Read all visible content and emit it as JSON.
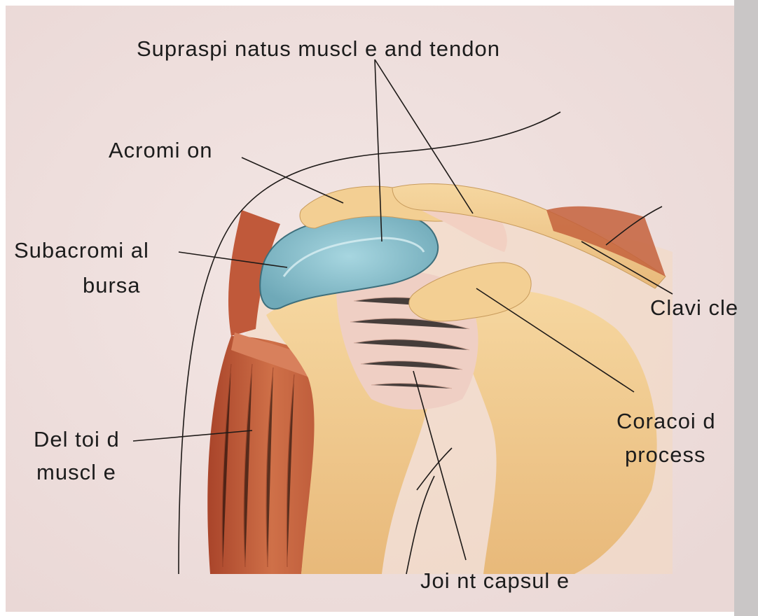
{
  "diagram": {
    "labels": {
      "supraspinatus": "Supraspi natus muscl e and tendon",
      "acromion": "Acromi on",
      "subacromial_1": "Subacromi al",
      "subacromial_2": "bursa",
      "clavicle": "Clavi cle",
      "coracoid_1": "Coracoi d",
      "coracoid_2": "process",
      "deltoid_1": "Del toi d",
      "deltoid_2": "muscl e",
      "joint_capsule": "Joi nt capsul e"
    },
    "colors": {
      "background": "#f1e2e0",
      "bone": "#f0c88c",
      "muscle": "#c4623c",
      "bursa": "#8cc6d2",
      "capsule": "#efcfc4",
      "skin_outline": "#2a2220"
    }
  }
}
